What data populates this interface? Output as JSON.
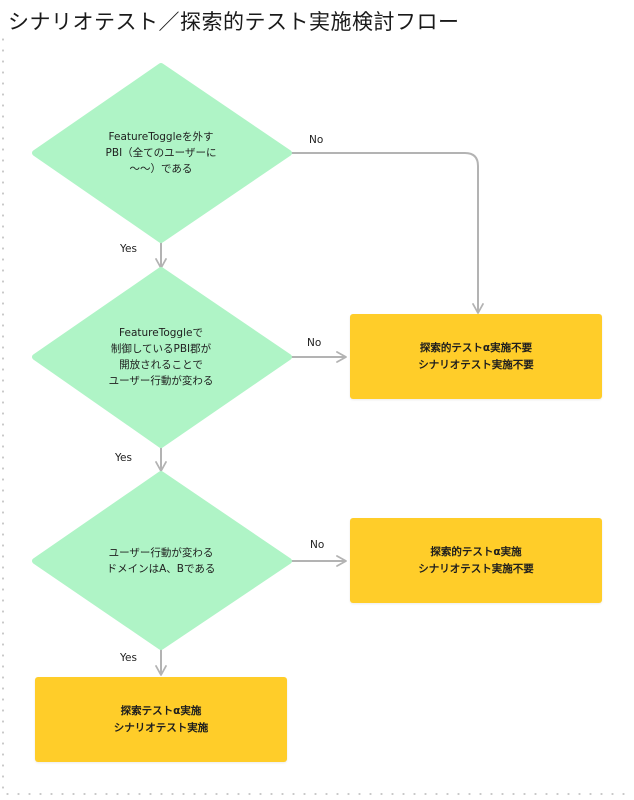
{
  "title": "シナリオテスト／探索的テスト実施検討フロー",
  "colors": {
    "decision": "#aff4c6",
    "terminal": "#ffcd29",
    "connector": "#b3b3b3"
  },
  "decisions": [
    {
      "text": "FeatureToggleを外す\nPBI（全てのユーザーに\n〜〜）である"
    },
    {
      "text": "FeatureToggleで\n制御しているPBI郡が\n開放されることで\nユーザー行動が変わる"
    },
    {
      "text": "ユーザー行動が変わる\nドメインはA、Bである"
    }
  ],
  "terminals": [
    {
      "text": "探索的テストα実施不要\nシナリオテスト実施不要"
    },
    {
      "text": "探索的テストα実施\nシナリオテスト実施不要"
    },
    {
      "text": "探索テストα実施\nシナリオテスト実施"
    }
  ],
  "edge_labels": {
    "d1_no": "No",
    "d1_yes": "Yes",
    "d2_no": "No",
    "d2_yes": "Yes",
    "d3_no": "No",
    "d3_yes": "Yes"
  }
}
